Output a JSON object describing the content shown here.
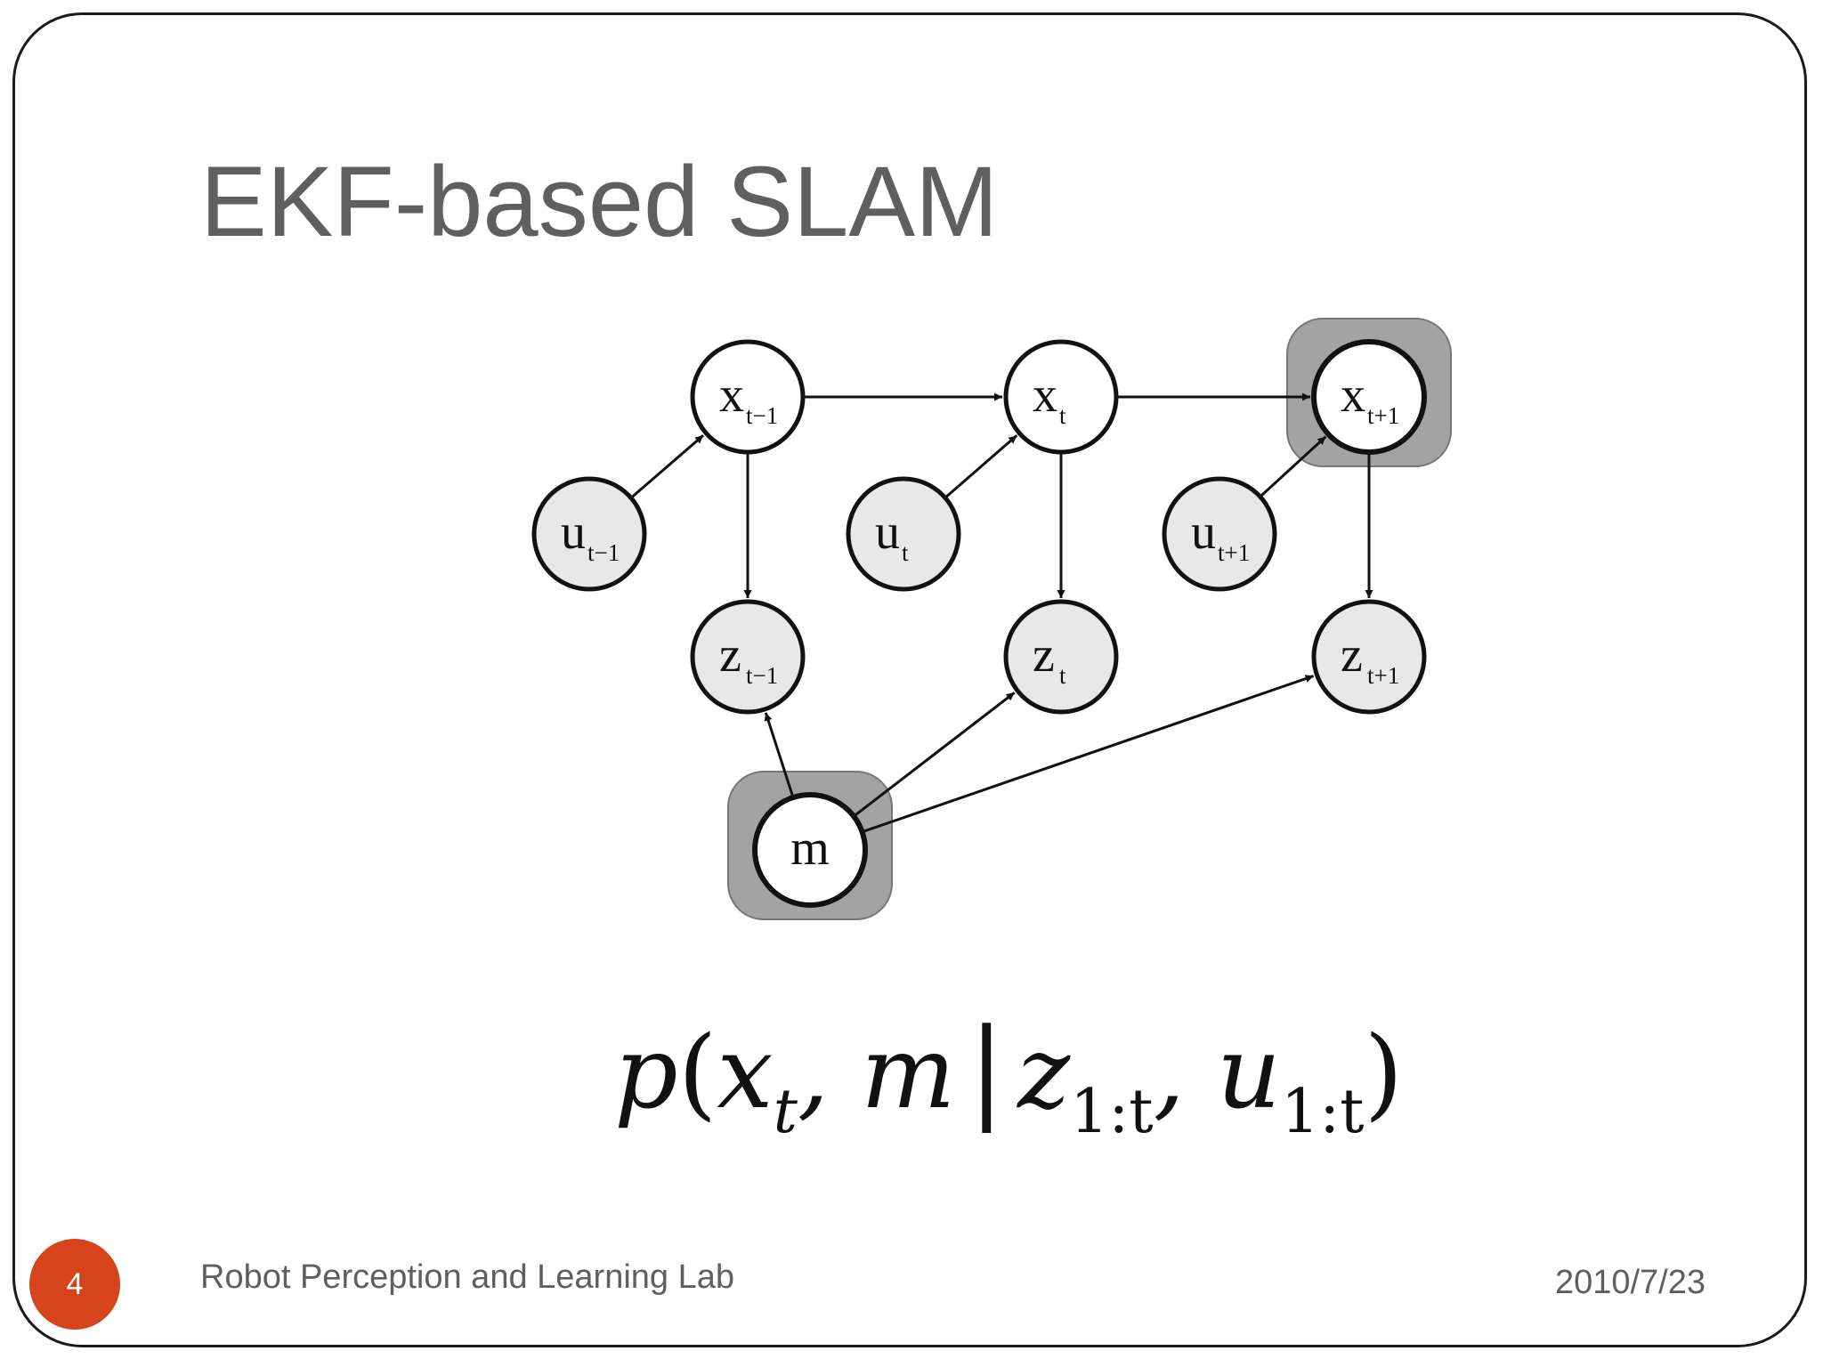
{
  "slide": {
    "title": "EKF-based SLAM",
    "page_number": "4",
    "footer_left": "Robot Perception and Learning Lab",
    "footer_right": "2010/7/23"
  },
  "diagram": {
    "nodes": [
      {
        "id": "x_prev",
        "label": "x",
        "sub": "t−1",
        "fill": "#ffffff",
        "highlighted": false
      },
      {
        "id": "x_t",
        "label": "x",
        "sub": "t",
        "fill": "#ffffff",
        "highlighted": false
      },
      {
        "id": "x_next",
        "label": "x",
        "sub": "t+1",
        "fill": "#ffffff",
        "highlighted": true
      },
      {
        "id": "u_prev",
        "label": "u",
        "sub": "t−1",
        "fill": "#e8e8e8",
        "highlighted": false
      },
      {
        "id": "u_t",
        "label": "u",
        "sub": "t",
        "fill": "#e8e8e8",
        "highlighted": false
      },
      {
        "id": "u_next",
        "label": "u",
        "sub": "t+1",
        "fill": "#e8e8e8",
        "highlighted": false
      },
      {
        "id": "z_prev",
        "label": "z",
        "sub": "t−1",
        "fill": "#e8e8e8",
        "highlighted": false
      },
      {
        "id": "z_t",
        "label": "z",
        "sub": "t",
        "fill": "#e8e8e8",
        "highlighted": false
      },
      {
        "id": "z_next",
        "label": "z",
        "sub": "t+1",
        "fill": "#e8e8e8",
        "highlighted": false
      },
      {
        "id": "m",
        "label": "m",
        "sub": "",
        "fill": "#ffffff",
        "highlighted": true
      }
    ],
    "edges": [
      {
        "from": "x_prev",
        "to": "x_t"
      },
      {
        "from": "x_t",
        "to": "x_next"
      },
      {
        "from": "u_prev",
        "to": "x_prev"
      },
      {
        "from": "u_t",
        "to": "x_t"
      },
      {
        "from": "u_next",
        "to": "x_next"
      },
      {
        "from": "x_prev",
        "to": "z_prev"
      },
      {
        "from": "x_t",
        "to": "z_t"
      },
      {
        "from": "x_next",
        "to": "z_next"
      },
      {
        "from": "m",
        "to": "z_prev"
      },
      {
        "from": "m",
        "to": "z_t"
      },
      {
        "from": "m",
        "to": "z_next"
      }
    ],
    "colors": {
      "stroke": "#111111",
      "highlight_box": "#a3a3a3",
      "observed_fill": "#e8e8e8",
      "latent_fill": "#ffffff"
    }
  },
  "formula": {
    "p": "p",
    "open": "(",
    "x": "x",
    "x_sub": "t",
    "comma1": ", ",
    "m": "m",
    "bar": "|",
    "z": "z",
    "z_sub": "1:t",
    "comma2": ", ",
    "u": "u",
    "u_sub": "1:t",
    "close": ")"
  }
}
